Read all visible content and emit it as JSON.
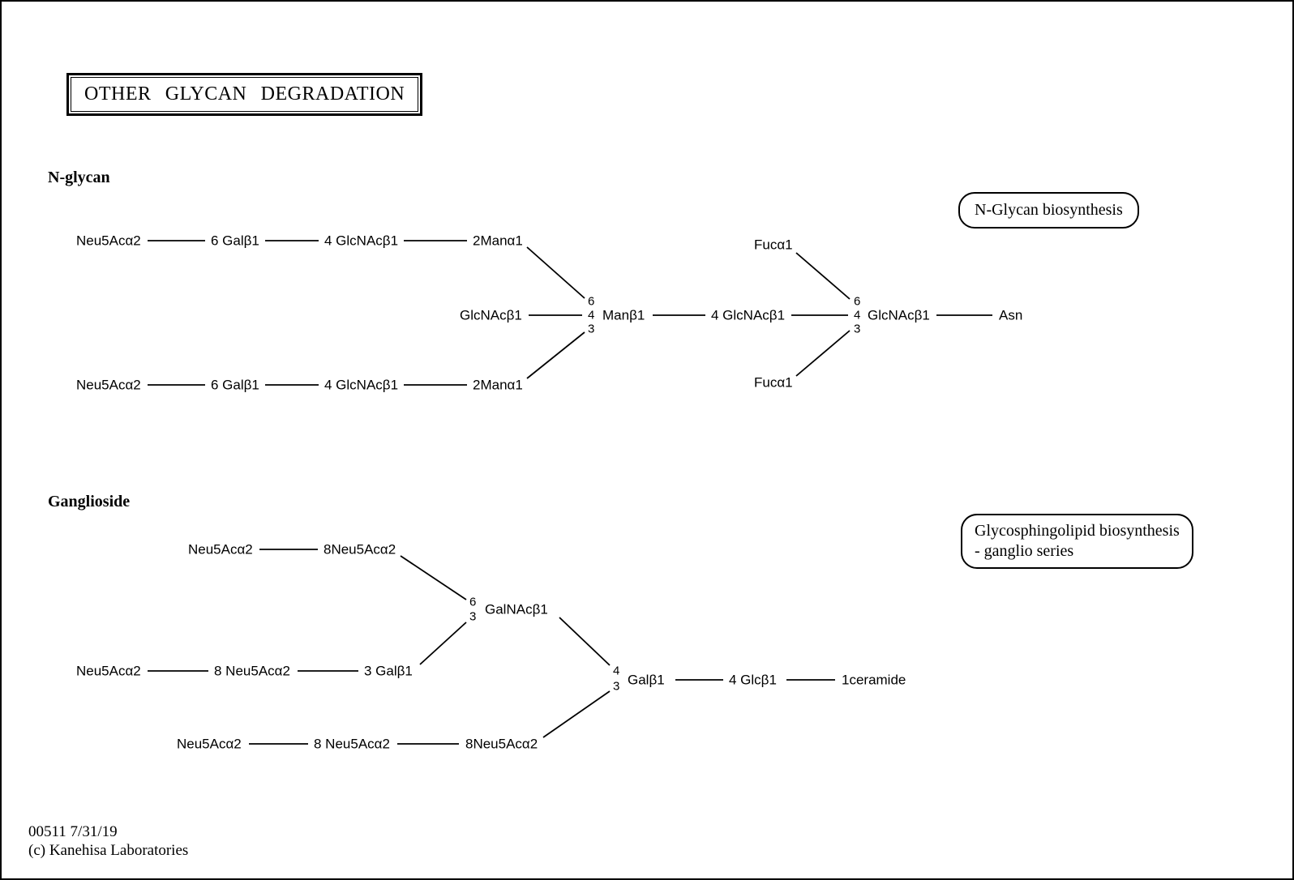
{
  "page": {
    "title": "OTHER GLYCAN DEGRADATION",
    "map_number": "00511 7/31/19",
    "copyright": "(c) Kanehisa Laboratories"
  },
  "n_glycan": {
    "heading": "N-glycan",
    "pathway_link": "N-Glycan biosynthesis",
    "top_branch": {
      "neu5ac": "Neu5Acα2",
      "gal": "6 Galβ1",
      "glcnac": "4 GlcNAcβ1",
      "man": "2Manα1"
    },
    "bottom_branch": {
      "neu5ac": "Neu5Acα2",
      "gal": "6 Galβ1",
      "glcnac": "4 GlcNAcβ1",
      "man": "2Manα1"
    },
    "core": {
      "bisecting_glcnac": "GlcNAcβ1",
      "man_linkage": [
        "6",
        "4",
        "3"
      ],
      "man": "Manβ1",
      "mid_glcnac": "4 GlcNAcβ1",
      "asn_linkage": [
        "6",
        "4",
        "3"
      ],
      "reducing_glcnac": "GlcNAcβ1",
      "asn": "Asn",
      "fucose_top": "Fucα1",
      "fucose_bottom": "Fucα1"
    }
  },
  "ganglioside": {
    "heading": "Ganglioside",
    "pathway_link": [
      "Glycosphingolipid biosynthesis",
      "- ganglio series"
    ],
    "branch_top": {
      "neu5ac_a": "Neu5Acα2",
      "neu5ac_b": "8Neu5Acα2"
    },
    "branch_mid": {
      "neu5ac_a": "Neu5Acα2",
      "neu5ac_b": "8 Neu5Acα2",
      "gal": "3 Galβ1"
    },
    "branch_bottom": {
      "neu5ac_a": "Neu5Acα2",
      "neu5ac_b": "8 Neu5Acα2",
      "neu5ac_c": "8Neu5Acα2"
    },
    "core": {
      "galnac_linkage": [
        "6",
        "3"
      ],
      "galnac": "GalNAcβ1",
      "gal_linkage": [
        "4",
        "3"
      ],
      "gal": "Galβ1",
      "glc": "4 Glcβ1",
      "ceramide": "1ceramide"
    }
  }
}
